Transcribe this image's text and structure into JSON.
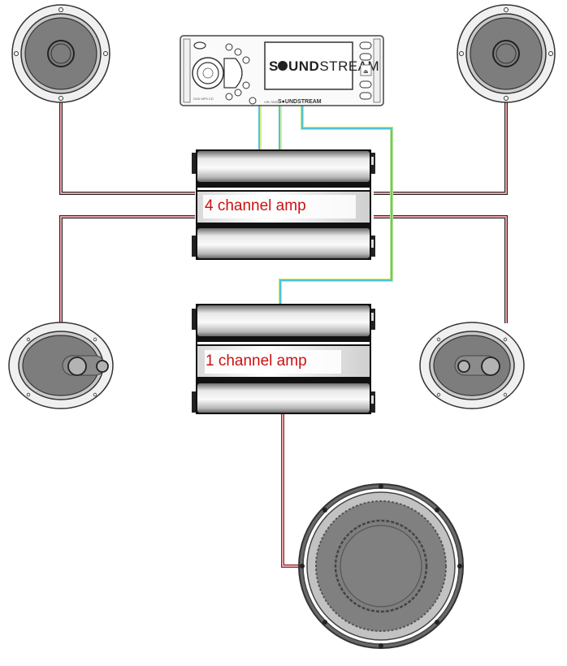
{
  "diagram": {
    "title": "Car audio wiring diagram",
    "head_unit": {
      "brand": "SOUNDSTREAM",
      "brand_prefix": "S",
      "brand_bold": "UND",
      "brand_rest": "STREAM",
      "bottom_model": "VIR-7830",
      "bottom_badges": [
        "DVD",
        "MP3",
        "CD"
      ]
    },
    "amplifiers": [
      {
        "id": "amp-4ch",
        "label": "4 channel amp",
        "channels": 4
      },
      {
        "id": "amp-1ch",
        "label": "1 channel amp",
        "channels": 1
      }
    ],
    "speakers": [
      {
        "id": "front-left",
        "type": "round coaxial",
        "connected_to": "amp-4ch"
      },
      {
        "id": "front-right",
        "type": "round coaxial",
        "connected_to": "amp-4ch"
      },
      {
        "id": "rear-left",
        "type": "6x9 oval",
        "connected_to": "amp-4ch"
      },
      {
        "id": "rear-right",
        "type": "6x9 oval",
        "connected_to": "amp-4ch"
      },
      {
        "id": "subwoofer",
        "type": "subwoofer",
        "connected_to": "amp-1ch"
      }
    ],
    "wires": {
      "speaker_wire_color": "#d9595f",
      "rca_color_a": "#4fc3d9",
      "rca_color_b": "#c8e86a",
      "connections": [
        {
          "from": "head-unit",
          "to": "amp-4ch",
          "kind": "RCA"
        },
        {
          "from": "head-unit",
          "to": "amp-1ch",
          "kind": "RCA"
        },
        {
          "from": "amp-4ch",
          "to": "front-left",
          "kind": "speaker"
        },
        {
          "from": "amp-4ch",
          "to": "front-right",
          "kind": "speaker"
        },
        {
          "from": "amp-4ch",
          "to": "rear-left",
          "kind": "speaker"
        },
        {
          "from": "amp-4ch",
          "to": "rear-right",
          "kind": "speaker"
        },
        {
          "from": "amp-1ch",
          "to": "subwoofer",
          "kind": "speaker"
        }
      ]
    }
  }
}
